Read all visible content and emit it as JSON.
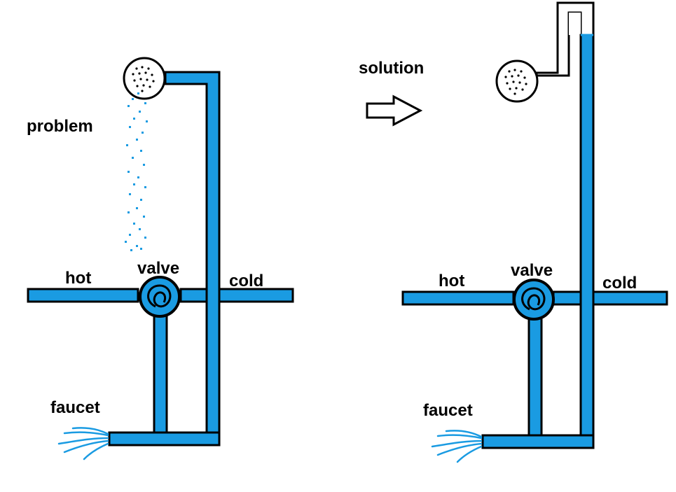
{
  "colors": {
    "pipe_fill": "#1a9be2",
    "outline": "#000000",
    "background": "#ffffff",
    "spray": "#1a9be2"
  },
  "panels": {
    "problem": {
      "title": "problem",
      "hot_label": "hot",
      "valve_label": "valve",
      "cold_label": "cold",
      "faucet_label": "faucet"
    },
    "solution": {
      "title": "solution",
      "hot_label": "hot",
      "valve_label": "valve",
      "cold_label": "cold",
      "faucet_label": "faucet"
    }
  },
  "icons": {
    "transition_arrow": "right-arrow-outline-icon",
    "shower_head": "shower-head-icon",
    "valve": "valve-knob-icon",
    "faucet_spray": "water-spray-icon"
  }
}
